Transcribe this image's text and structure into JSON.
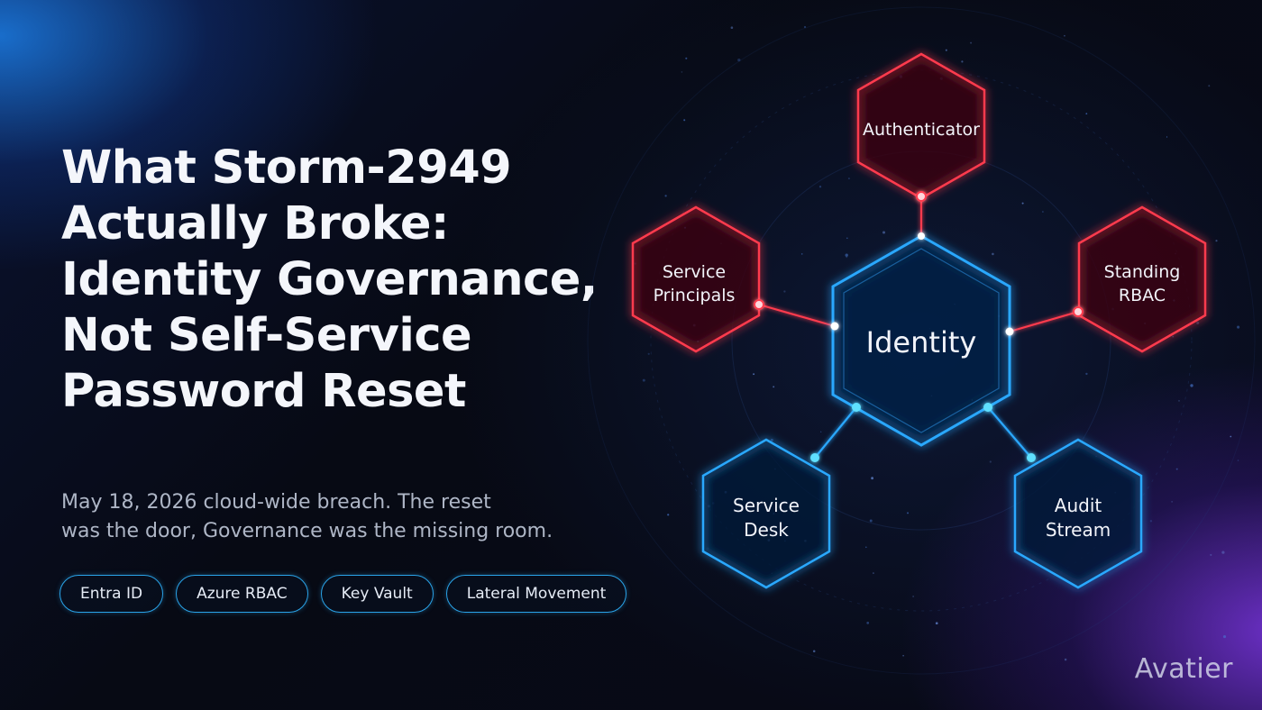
{
  "title_lines": [
    "What Storm-2949",
    "Actually Broke:",
    "Identity Governance,",
    "Not Self-Service",
    "Password Reset"
  ],
  "subtitle_lines": [
    "May 18, 2026 cloud-wide breach. The reset",
    "was the door, Governance was the missing room."
  ],
  "tags": [
    "Entra ID",
    "Azure RBAC",
    "Key Vault",
    "Lateral Movement"
  ],
  "diagram": {
    "center": {
      "label": "Identity"
    },
    "nodes": [
      {
        "id": "authenticator",
        "lines": [
          "Authenticator"
        ],
        "status": "red"
      },
      {
        "id": "service-principals",
        "lines": [
          "Service",
          "Principals"
        ],
        "status": "red"
      },
      {
        "id": "standing-rbac",
        "lines": [
          "Standing",
          "RBAC"
        ],
        "status": "red"
      },
      {
        "id": "service-desk",
        "lines": [
          "Service",
          "Desk"
        ],
        "status": "blue"
      },
      {
        "id": "audit-stream",
        "lines": [
          "Audit",
          "Stream"
        ],
        "status": "blue"
      }
    ]
  },
  "colors": {
    "red": "#ff3b4e",
    "blue": "#2aa8ff",
    "cyan": "#5fe0ff",
    "accent_purple": "#7b3cff",
    "accent_blue": "#1e8cff"
  },
  "brand": "Avatier"
}
